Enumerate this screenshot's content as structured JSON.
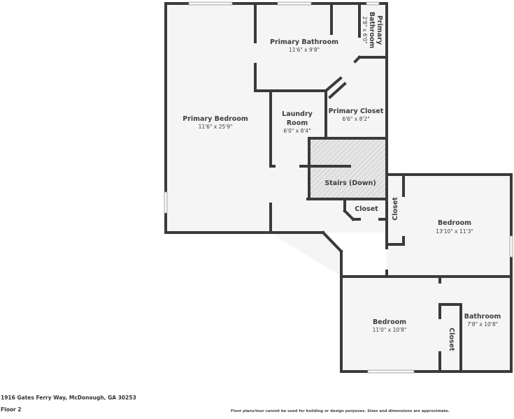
{
  "plan": {
    "address": "1916 Gates Ferry Way, McDonough, GA 30253",
    "floor": "Floor 2",
    "disclaimer": "Floor plans/tour cannot be used for building or design purposes. Sizes and dimensions are approximate.",
    "colors": {
      "wall": "#3a3a3a",
      "floor": "#f5f5f5",
      "stairs_hatch": "#c9c9c9",
      "text": "#3d3d3d"
    },
    "rooms": [
      {
        "id": "primary-bedroom",
        "name": "Primary Bedroom",
        "dims": "11'6\" x 25'9\""
      },
      {
        "id": "primary-bathroom",
        "name": "Primary Bathroom",
        "dims": "11'6\" x 9'8\""
      },
      {
        "id": "primary-bathroom-wc",
        "name_line1": "Primary",
        "name_line2": "Bathroom",
        "dims": "2'8\" x 6'0\""
      },
      {
        "id": "laundry-room",
        "name_line1": "Laundry",
        "name_line2": "Room",
        "dims": "6'0\" x 8'4\""
      },
      {
        "id": "primary-closet",
        "name": "Primary Closet",
        "dims": "6'6\" x 8'2\""
      },
      {
        "id": "stairs",
        "name": "Stairs (Down)"
      },
      {
        "id": "hall-closet",
        "name": "Closet"
      },
      {
        "id": "bedroom-closet-east",
        "name": "Closet"
      },
      {
        "id": "bedroom-east",
        "name": "Bedroom",
        "dims": "13'10\" x 11'3\""
      },
      {
        "id": "bedroom-south",
        "name": "Bedroom",
        "dims": "11'0\" x 10'8\""
      },
      {
        "id": "bedroom-closet-south",
        "name": "Closet"
      },
      {
        "id": "bathroom",
        "name": "Bathroom",
        "dims": "7'8\" x 10'8\""
      }
    ]
  }
}
